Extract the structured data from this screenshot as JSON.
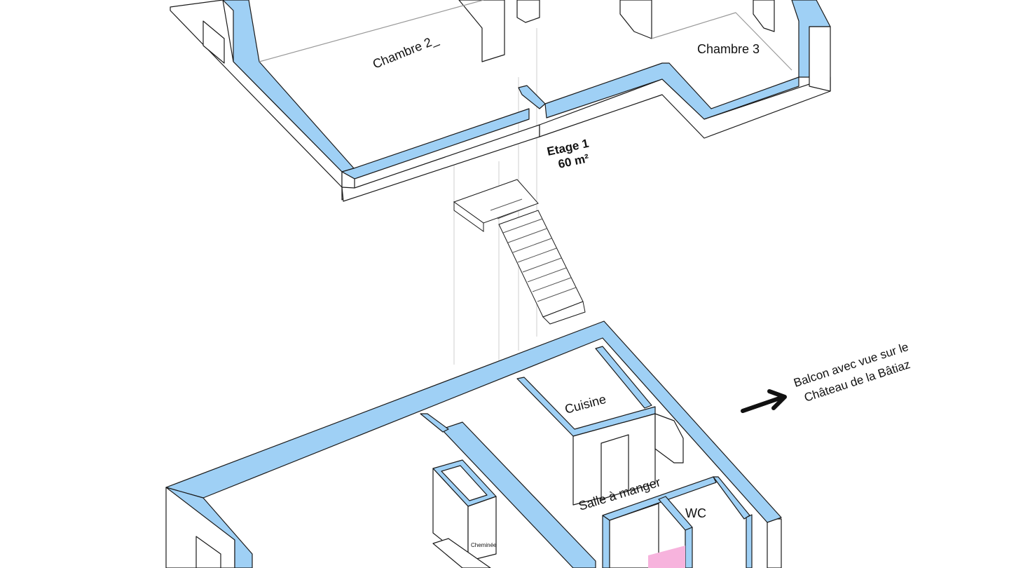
{
  "colors": {
    "wall_fill": "#9fd0f5",
    "wall_stroke": "#1a1a1a",
    "floor": "#ffffff",
    "accent_pink": "#f7b3dd",
    "text": "#111111"
  },
  "upper_floor": {
    "name": "Etage 1",
    "area": "60 m²",
    "rooms": {
      "chambre2": "Chambre 2_",
      "chambre3": "Chambre 3"
    }
  },
  "ground_floor": {
    "rooms": {
      "cuisine": "Cuisine",
      "salle_a_manger": "Salle à manger",
      "wc": "WC",
      "cheminee": "Cheminée"
    }
  },
  "annotation": {
    "line1": "Balcon avec vue sur le",
    "line2": "Château de la Bâtiaz",
    "icon": "arrow-right-icon"
  }
}
